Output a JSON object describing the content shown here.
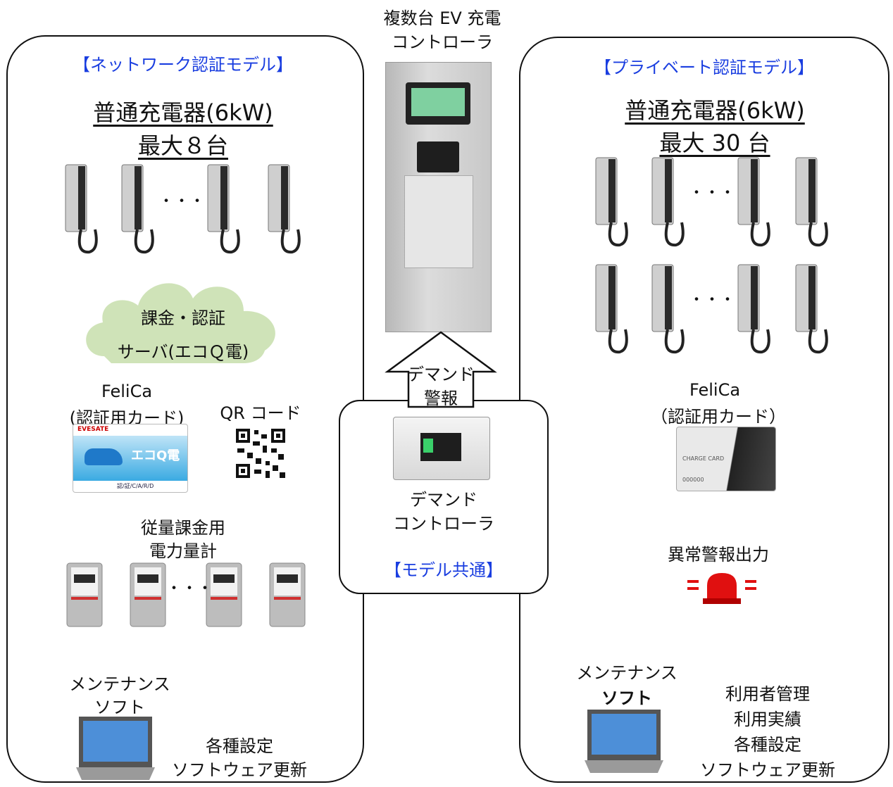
{
  "controller": {
    "title_line1": "複数台 EV 充電",
    "title_line2": "コントローラ"
  },
  "left_model": {
    "label": "【ネットワーク認証モデル】",
    "charger_line1": "普通充電器(6kW)",
    "charger_line2": "最大８台",
    "cloud_line1": "課金・認証",
    "cloud_line2": "サーバ(エコＱ電)",
    "felica_line1": "FeliCa",
    "felica_line2": "(認証用カード)",
    "qr_label": "QR コード",
    "card_brand": "EVESATE",
    "card_text": "エコQ電",
    "card_footer": "認/証/C/A/R/D",
    "meter_line1": "従量課金用",
    "meter_line2": "電力量計",
    "maint_line1": "メンテナンス",
    "maint_line2": "ソフト",
    "func_line1": "各種設定",
    "func_line2": "ソフトウェア更新",
    "ellipsis": "・・・"
  },
  "center": {
    "arrow_line1": "デマンド",
    "arrow_line2": "警報",
    "device_line1": "デマンド",
    "device_line2": "コントローラ",
    "common_label": "【モデル共通】"
  },
  "right_model": {
    "label": "【プライベート認証モデル】",
    "charger_line1": "普通充電器(6kW)",
    "charger_line2": "最大 30 台",
    "felica_line1": "FeliCa",
    "felica_line2": "（認証用カード）",
    "card_text": "CHARGE CARD",
    "card_number": "000000",
    "alarm_label": "異常警報出力",
    "maint_line1": "メンテナンス",
    "maint_line2": "ソフト",
    "func_line1": "利用者管理",
    "func_line2": "利用実績",
    "func_line3": "各種設定",
    "func_line4": "ソフトウェア更新",
    "ellipsis": "・・・"
  },
  "colors": {
    "label_blue": "#1a3ee0",
    "cloud_green": "#cfe3b8",
    "alarm_red": "#e01010",
    "laptop_blue": "#4d8fd8"
  }
}
